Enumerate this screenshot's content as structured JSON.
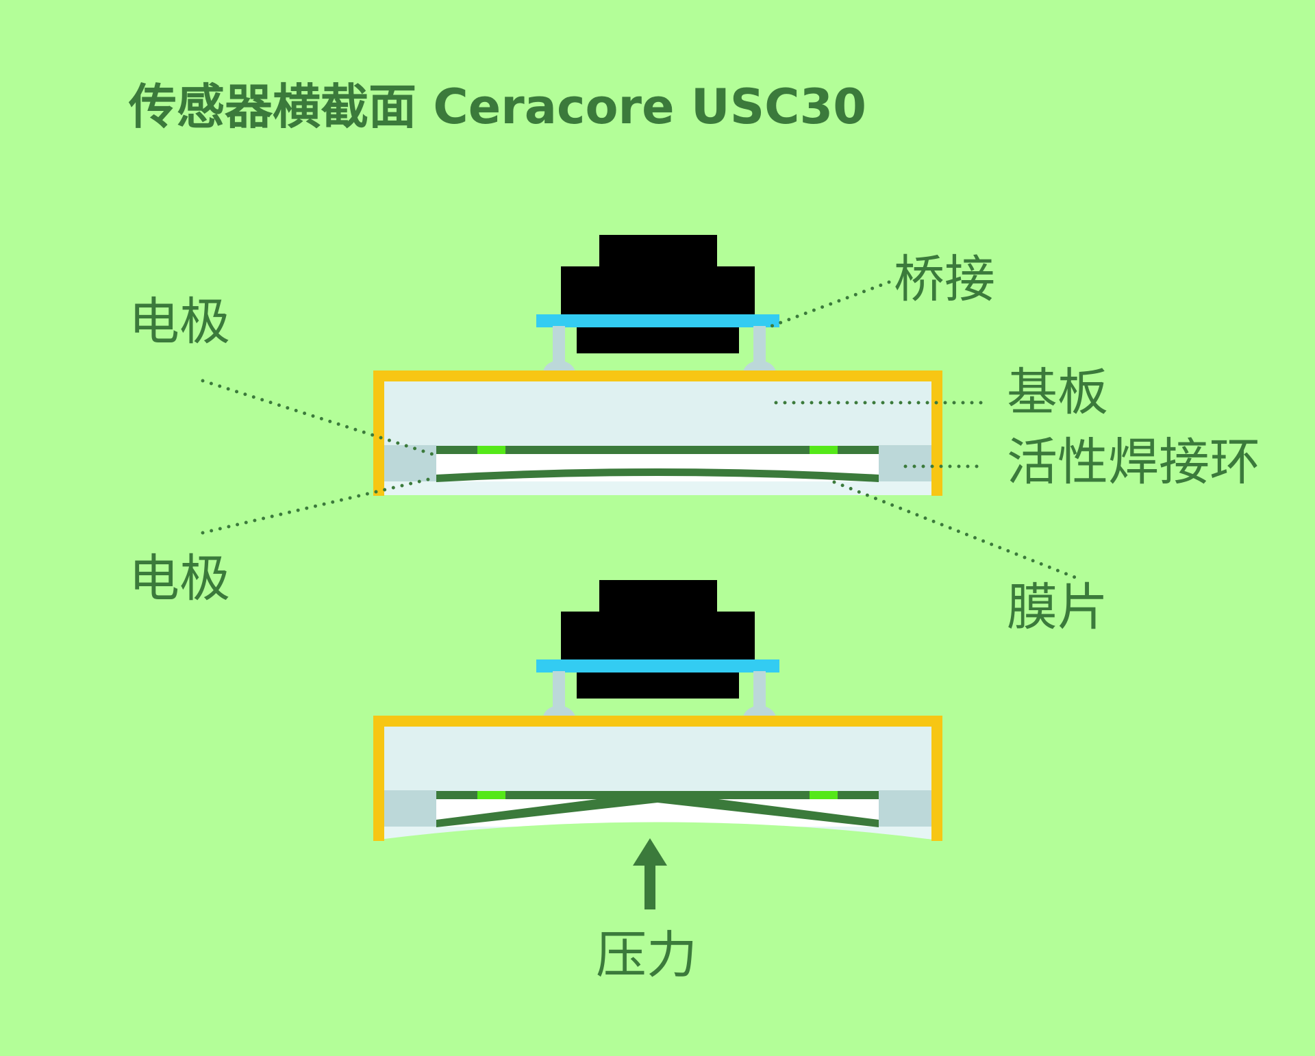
{
  "title": "传感器横截面 Ceracore USC30",
  "labels": {
    "electrode_top": "电极",
    "electrode_bottom": "电极",
    "bridge": "桥接",
    "substrate": "基板",
    "solder_ring": "活性焊接环",
    "membrane": "膜片",
    "pressure": "压力"
  },
  "colors": {
    "background": "#b3fe98",
    "text": "#3b7a3b",
    "frame": "#f7c614",
    "substrate": "#dff1f1",
    "solder_ring": "#bcd8d9",
    "bridge_board": "#33ccf2",
    "chip": "#000000",
    "pins": "#bcd8d9",
    "electrode": "#3b7a3b",
    "electrode_highlight": "#55e819",
    "pressure_arrow": "#3b7a3b"
  }
}
